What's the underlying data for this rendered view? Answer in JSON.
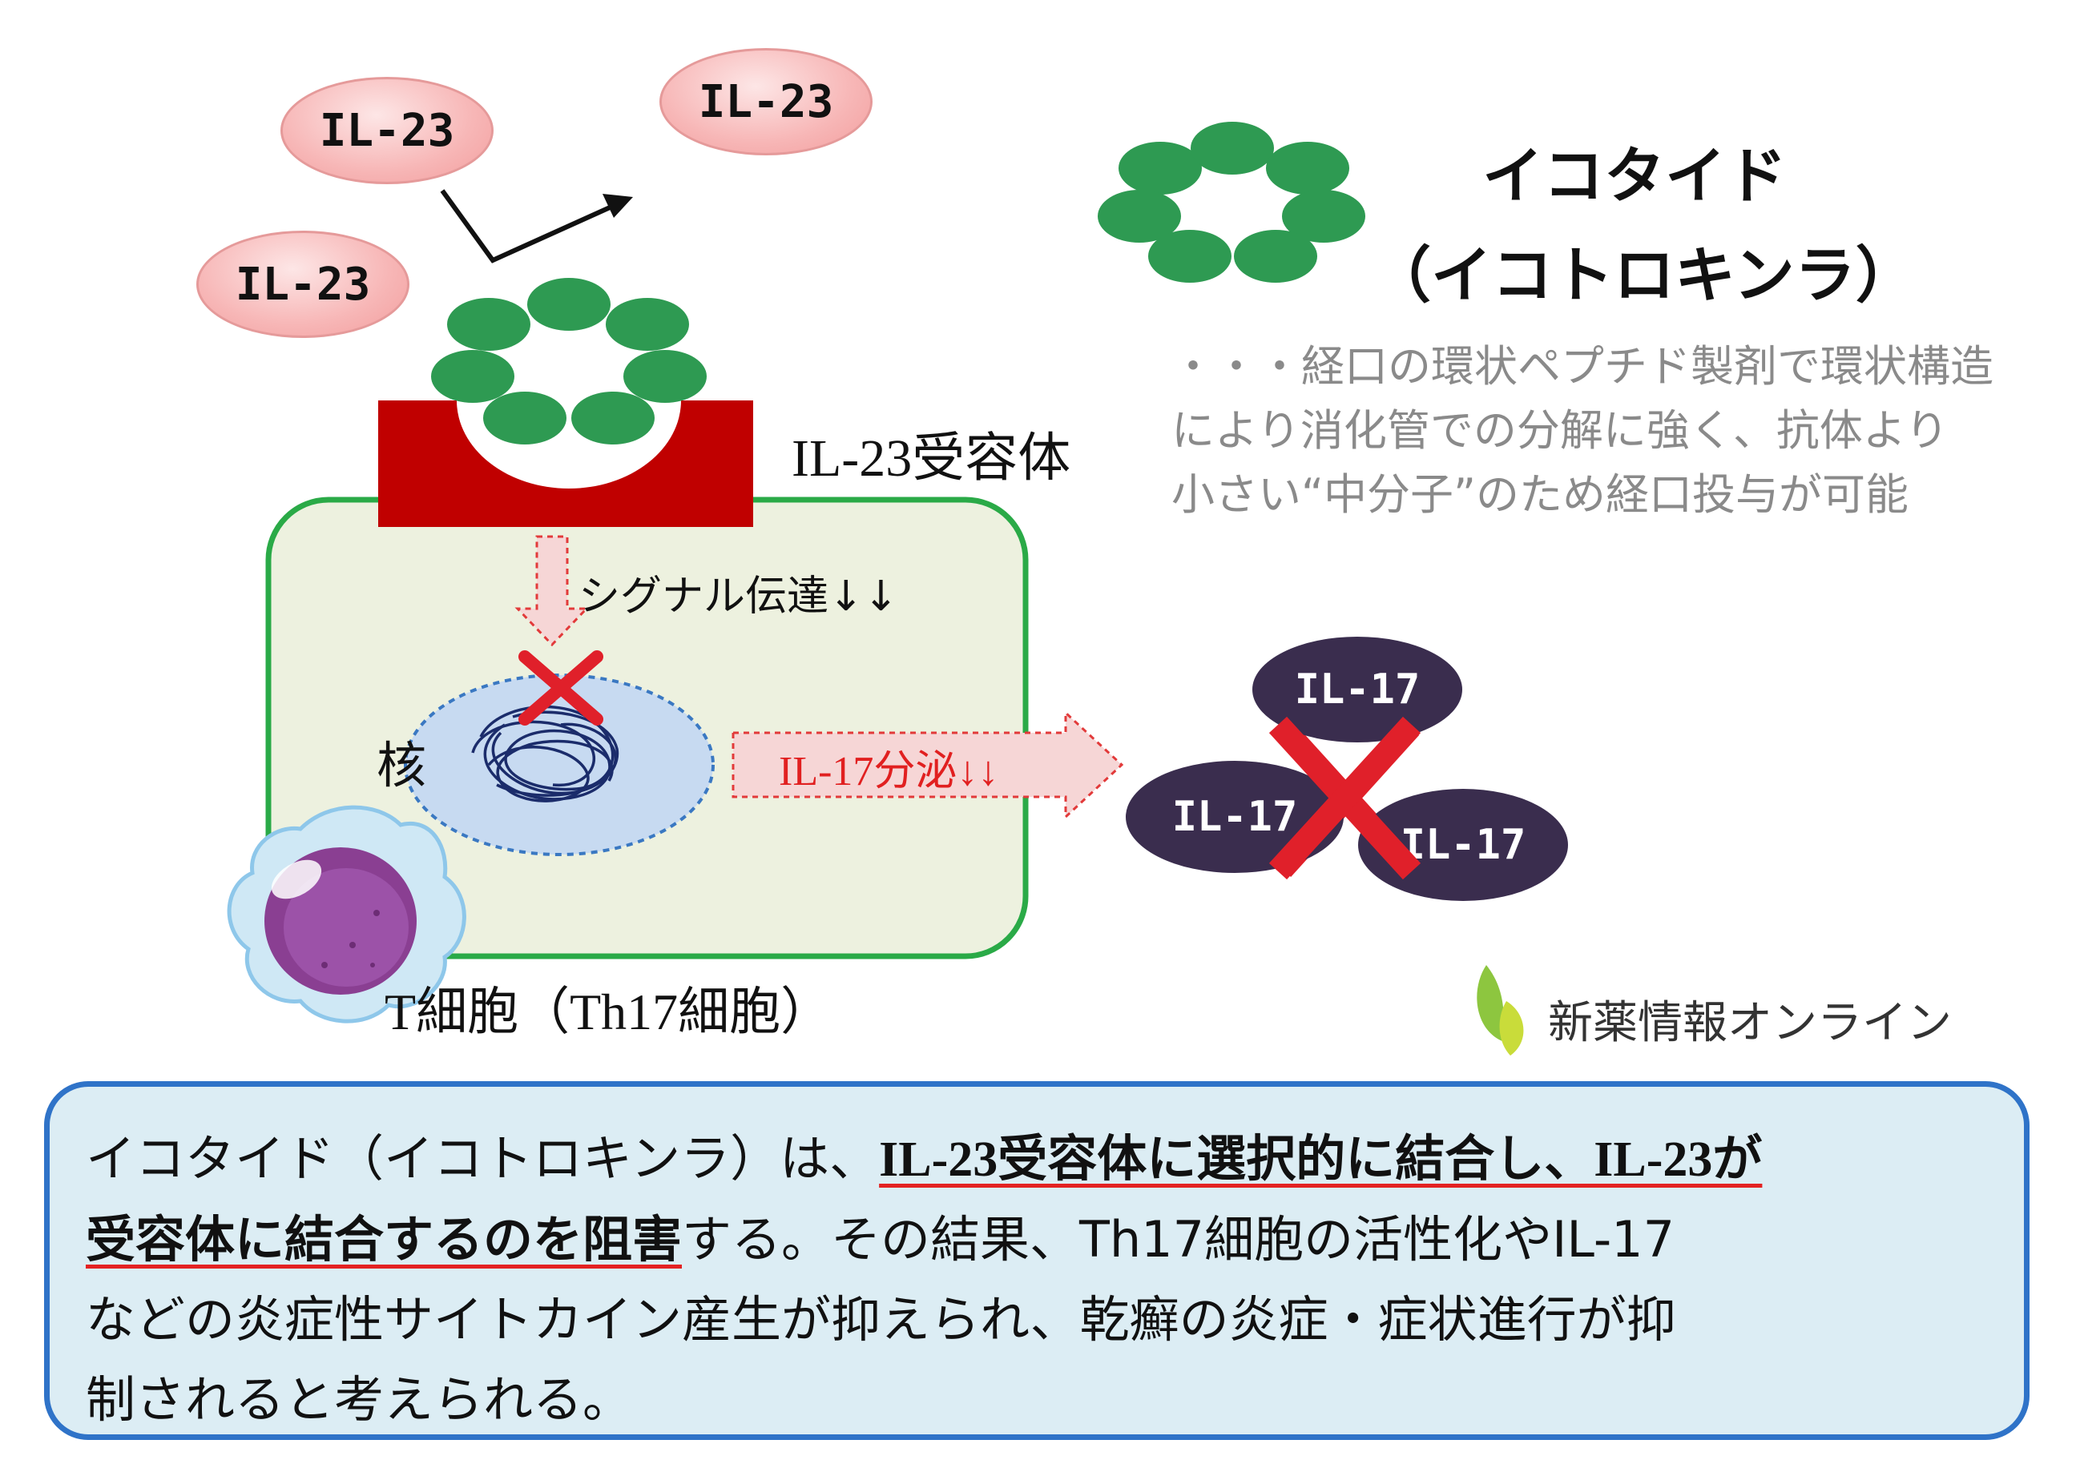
{
  "il23": {
    "label": "IL-23"
  },
  "il17": {
    "label": "IL-17"
  },
  "receptor_label": "IL-23受容体",
  "signal_label": "シグナル伝達↓↓",
  "nucleus_label": "核",
  "secretion_label": "IL-17分泌↓↓",
  "cell_label": "T細胞（Th17細胞）",
  "drug": {
    "name_line1": "イコタイド",
    "name_line2": "（イコトロキンラ）",
    "desc_lines": [
      "・・・経口の環状ペプチド製剤で環状構造",
      "により消化管での分解に強く、抗体より",
      "小さい“中分子”のため経口投与が可能"
    ]
  },
  "logo_text": "新薬情報オンライン",
  "summary": {
    "l1_a": "イコタイド（イコトロキンラ）は、",
    "l1_b": "IL-23受容体に選択的に結合し、IL-23が",
    "l2_a": "受容体に結合するのを阻害",
    "l2_b": "する。その結果、Th17細胞の活性化やIL-17",
    "l3": "などの炎症性サイトカイン産生が抑えられ、乾癬の炎症・症状進行が抑",
    "l4": "制されると考えられる。"
  },
  "colors": {
    "green": "#2e9a52",
    "receptor_red": "#c00000",
    "cell_fill": "#edf1df",
    "cell_border": "#2aaa47",
    "il17_fill": "#3a2d4e",
    "cross_red": "#e0202a",
    "summary_fill": "#dcedf4",
    "summary_border": "#2f73c8"
  }
}
